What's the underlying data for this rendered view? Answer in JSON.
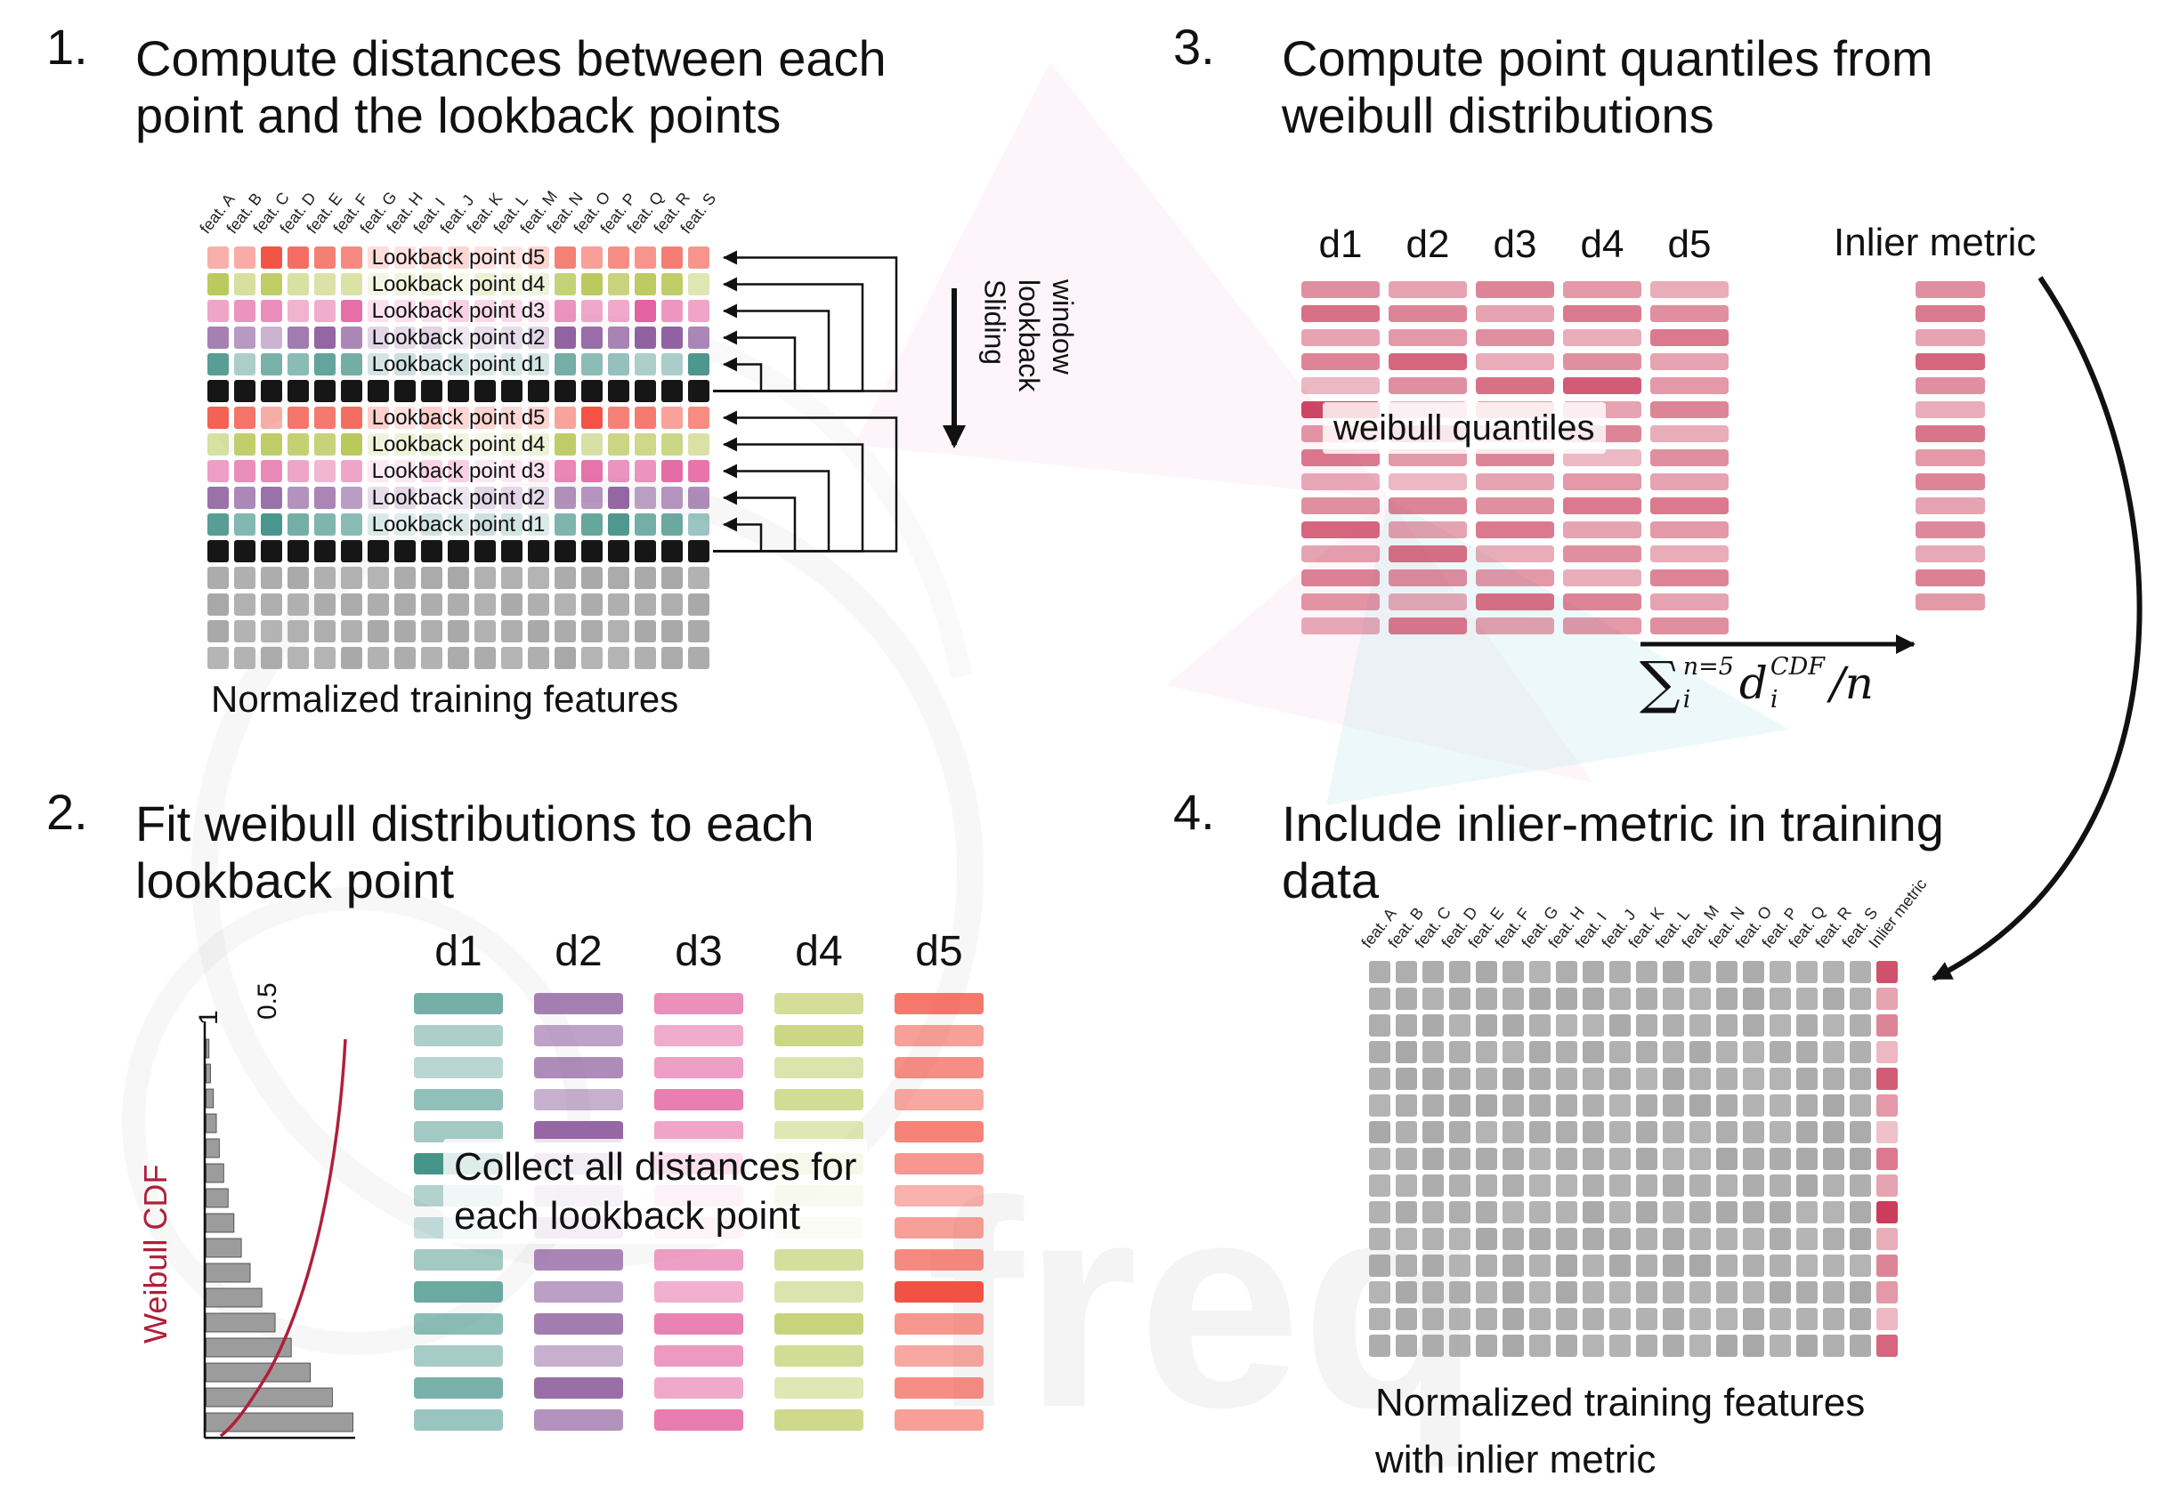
{
  "colors": {
    "d1": "#47948a",
    "d2": "#8f5f9f",
    "d3": "#e25a9b",
    "d4": "#b9c95b",
    "d5": "#f25244",
    "black": "#161616",
    "gray": "#a8a8a8",
    "quantile_red": "#c73352",
    "cdf_red": "#b01f3a",
    "ink": "#111111"
  },
  "panel1": {
    "number": "1.",
    "title": "Compute distances between each\npoint and the lookback points",
    "feature_labels": [
      "feat. A",
      "feat. B",
      "feat. C",
      "feat. D",
      "feat. E",
      "feat. F",
      "feat. G",
      "feat. H",
      "feat. I",
      "feat. J",
      "feat. K",
      "feat. L",
      "feat. M",
      "feat. N",
      "feat. O",
      "feat. P",
      "feat. Q",
      "feat. R",
      "feat. S"
    ],
    "rows": [
      {
        "color": "d5",
        "label": "Lookback point d5"
      },
      {
        "color": "d4",
        "label": "Lookback point d4"
      },
      {
        "color": "d3",
        "label": "Lookback point d3"
      },
      {
        "color": "d2",
        "label": "Lookback point d2"
      },
      {
        "color": "d1",
        "label": "Lookback point d1"
      },
      {
        "color": "black",
        "label": ""
      },
      {
        "color": "d5",
        "label": "Lookback point d5"
      },
      {
        "color": "d4",
        "label": "Lookback point d4"
      },
      {
        "color": "d3",
        "label": "Lookback point d3"
      },
      {
        "color": "d2",
        "label": "Lookback point d2"
      },
      {
        "color": "d1",
        "label": "Lookback point d1"
      },
      {
        "color": "black",
        "label": ""
      },
      {
        "color": "gray",
        "label": ""
      },
      {
        "color": "gray",
        "label": ""
      },
      {
        "color": "gray",
        "label": ""
      },
      {
        "color": "gray",
        "label": ""
      }
    ],
    "sliding_lines": [
      "Sliding",
      "lookback",
      "window"
    ],
    "caption": "Normalized training features"
  },
  "panel2": {
    "number": "2.",
    "title": "Fit weibull distributions to each\nlookback point",
    "plot": {
      "ylabel": "Weibull CDF",
      "ticks": [
        "1",
        "0.5"
      ],
      "histogram": [
        0.02,
        0.03,
        0.05,
        0.07,
        0.09,
        0.12,
        0.15,
        0.19,
        0.24,
        0.3,
        0.38,
        0.47,
        0.58,
        0.71,
        0.86,
        1.0
      ]
    },
    "columns": [
      {
        "name": "d1",
        "color": "d1",
        "shades": [
          0.75,
          0.45,
          0.38,
          0.6,
          0.5,
          1.0,
          0.42,
          0.3,
          0.5,
          0.8,
          0.62,
          0.48,
          0.72,
          0.55
        ]
      },
      {
        "name": "d2",
        "color": "d2",
        "shades": [
          0.8,
          0.58,
          0.72,
          0.5,
          0.95,
          0.62,
          0.45,
          0.55,
          0.75,
          0.6,
          0.82,
          0.5,
          0.9,
          0.68
        ]
      },
      {
        "name": "d3",
        "color": "d3",
        "shades": [
          0.68,
          0.5,
          0.58,
          0.78,
          0.55,
          1.0,
          0.45,
          0.35,
          0.58,
          0.48,
          0.75,
          0.62,
          0.52,
          0.8
        ]
      },
      {
        "name": "d4",
        "color": "d4",
        "shades": [
          0.62,
          0.75,
          0.5,
          0.65,
          0.45,
          0.72,
          0.55,
          0.32,
          0.6,
          0.5,
          0.8,
          0.65,
          0.45,
          0.7
        ]
      },
      {
        "name": "d5",
        "color": "d5",
        "shades": [
          0.78,
          0.55,
          0.65,
          0.5,
          0.72,
          0.6,
          0.45,
          0.55,
          0.68,
          1.0,
          0.6,
          0.5,
          0.65,
          0.55
        ]
      }
    ],
    "overlay": "Collect all distances for\neach lookback point"
  },
  "panel3": {
    "number": "3.",
    "title": "Compute point quantiles from\nweibull distributions",
    "columns": [
      {
        "name": "d1",
        "shades": [
          0.55,
          0.7,
          0.45,
          0.6,
          0.35,
          0.9,
          0.5,
          0.65,
          0.4,
          0.55,
          0.75,
          0.45,
          0.6,
          0.5,
          0.4
        ]
      },
      {
        "name": "d2",
        "shades": [
          0.45,
          0.6,
          0.5,
          0.75,
          0.55,
          0.4,
          0.65,
          0.5,
          0.35,
          0.6,
          0.45,
          0.7,
          0.55,
          0.4,
          0.65
        ]
      },
      {
        "name": "d3",
        "shades": [
          0.6,
          0.45,
          0.55,
          0.4,
          0.7,
          0.5,
          0.4,
          0.6,
          0.45,
          0.55,
          0.65,
          0.4,
          0.5,
          0.7,
          0.45
        ]
      },
      {
        "name": "d4",
        "shades": [
          0.5,
          0.65,
          0.4,
          0.55,
          0.8,
          0.45,
          0.6,
          0.35,
          0.5,
          0.65,
          0.45,
          0.55,
          0.4,
          0.6,
          0.5
        ]
      },
      {
        "name": "d5",
        "shades": [
          0.4,
          0.55,
          0.65,
          0.45,
          0.5,
          0.6,
          0.4,
          0.55,
          0.45,
          0.65,
          0.5,
          0.4,
          0.6,
          0.45,
          0.55
        ]
      }
    ],
    "overlay": "weibull quantiles",
    "inlier_label": "Inlier metric",
    "inlier_shades": [
      0.55,
      0.65,
      0.45,
      0.75,
      0.55,
      0.4,
      0.68,
      0.5,
      0.6,
      0.45,
      0.58,
      0.42,
      0.62,
      0.5
    ],
    "formula": {
      "sum": "∑",
      "sum_sup": "n=5",
      "sum_sub": "i",
      "var": "d",
      "var_sup": "CDF",
      "var_sub": "i",
      "tail": "/n"
    }
  },
  "panel4": {
    "number": "4.",
    "title": "Include inlier-metric in training\ndata",
    "feature_labels": [
      "feat. A",
      "feat. B",
      "feat. C",
      "feat. D",
      "feat. E",
      "feat. F",
      "feat. G",
      "feat. H",
      "feat. I",
      "feat. J",
      "feat. K",
      "feat. L",
      "feat. M",
      "feat. N",
      "feat. O",
      "feat. P",
      "feat. Q",
      "feat. R",
      "feat. S",
      "Inlier metric"
    ],
    "grid_rows": 15,
    "grid_cols": 20,
    "inlier_shades": [
      0.85,
      0.45,
      0.6,
      0.35,
      0.8,
      0.5,
      0.3,
      0.65,
      0.45,
      0.95,
      0.4,
      0.6,
      0.5,
      0.35,
      0.75
    ],
    "caption": "Normalized training features\nwith inlier metric"
  }
}
